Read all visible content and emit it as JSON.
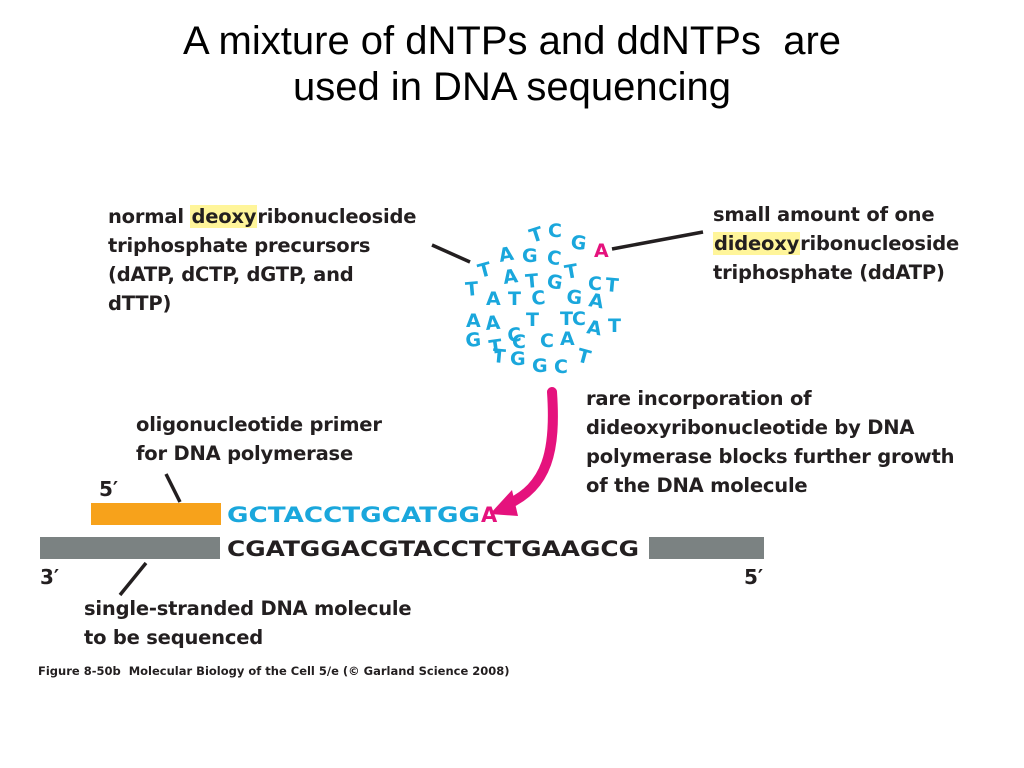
{
  "title": {
    "line1": "A mixture of dNTPs and ddNTPs  are",
    "line2": "used in DNA sequencing"
  },
  "labels": {
    "dntp": {
      "line1_pre": "normal ",
      "line1_hl": "deoxy",
      "line1_post": "ribonucleoside",
      "line2": "triphosphate precursors",
      "line3": "(dATP, dCTP, dGTP, and",
      "line4": "dTTP)"
    },
    "ddntp": {
      "line1": "small amount of one",
      "line2_hl": "dideoxy",
      "line2_post": "ribonucleoside",
      "line3": "triphosphate (ddATP)"
    },
    "incorporation": {
      "line1": "rare incorporation of",
      "line2": "dideoxyribonucleotide by DNA",
      "line3": "polymerase blocks further growth",
      "line4": "of the DNA molecule"
    },
    "primer": {
      "line1": "oligonucleotide primer",
      "line2": "for DNA polymerase"
    },
    "template": {
      "line1": "single-stranded DNA molecule",
      "line2": "to be sequenced"
    }
  },
  "strands": {
    "primer_end": "5′",
    "template_left_end": "3′",
    "template_right_end": "5′",
    "new_strand": "GCTACCTGCATGG",
    "terminator": "A",
    "template_seq": "CGATGGACGTACCTCTGAAGCG"
  },
  "nucleotide_pool": [
    {
      "text": "T"
    },
    {
      "text": "C"
    },
    {
      "text": "G"
    },
    {
      "text": "A",
      "dd": true
    },
    {
      "text": "A"
    },
    {
      "text": "G"
    },
    {
      "text": "C"
    },
    {
      "text": "T"
    },
    {
      "text": "A"
    },
    {
      "text": "T"
    },
    {
      "text": "G"
    },
    {
      "text": "T"
    },
    {
      "text": "C"
    },
    {
      "text": "T"
    },
    {
      "text": "T"
    },
    {
      "text": "A"
    },
    {
      "text": "T"
    },
    {
      "text": "C"
    },
    {
      "text": "G"
    },
    {
      "text": "A"
    },
    {
      "text": "A"
    },
    {
      "text": "A"
    },
    {
      "text": "C"
    },
    {
      "text": "T"
    },
    {
      "text": "T"
    },
    {
      "text": "C"
    },
    {
      "text": "A"
    },
    {
      "text": "T"
    },
    {
      "text": "G"
    },
    {
      "text": "T"
    },
    {
      "text": "C"
    },
    {
      "text": "C"
    },
    {
      "text": "A"
    },
    {
      "text": "T"
    },
    {
      "text": "G"
    },
    {
      "text": "G"
    },
    {
      "text": "C"
    },
    {
      "text": "T"
    }
  ],
  "caption": {
    "figure": "Figure 8-50b",
    "text": "  Molecular Biology of the Cell 5/e (© Garland Science 2008)"
  },
  "colors": {
    "nucleotide": "#1aa7dc",
    "dideoxy": "#e5127d",
    "primer": "#f7a21b",
    "template": "#7b8282",
    "highlight": "#fff59a",
    "text": "#231f20"
  }
}
